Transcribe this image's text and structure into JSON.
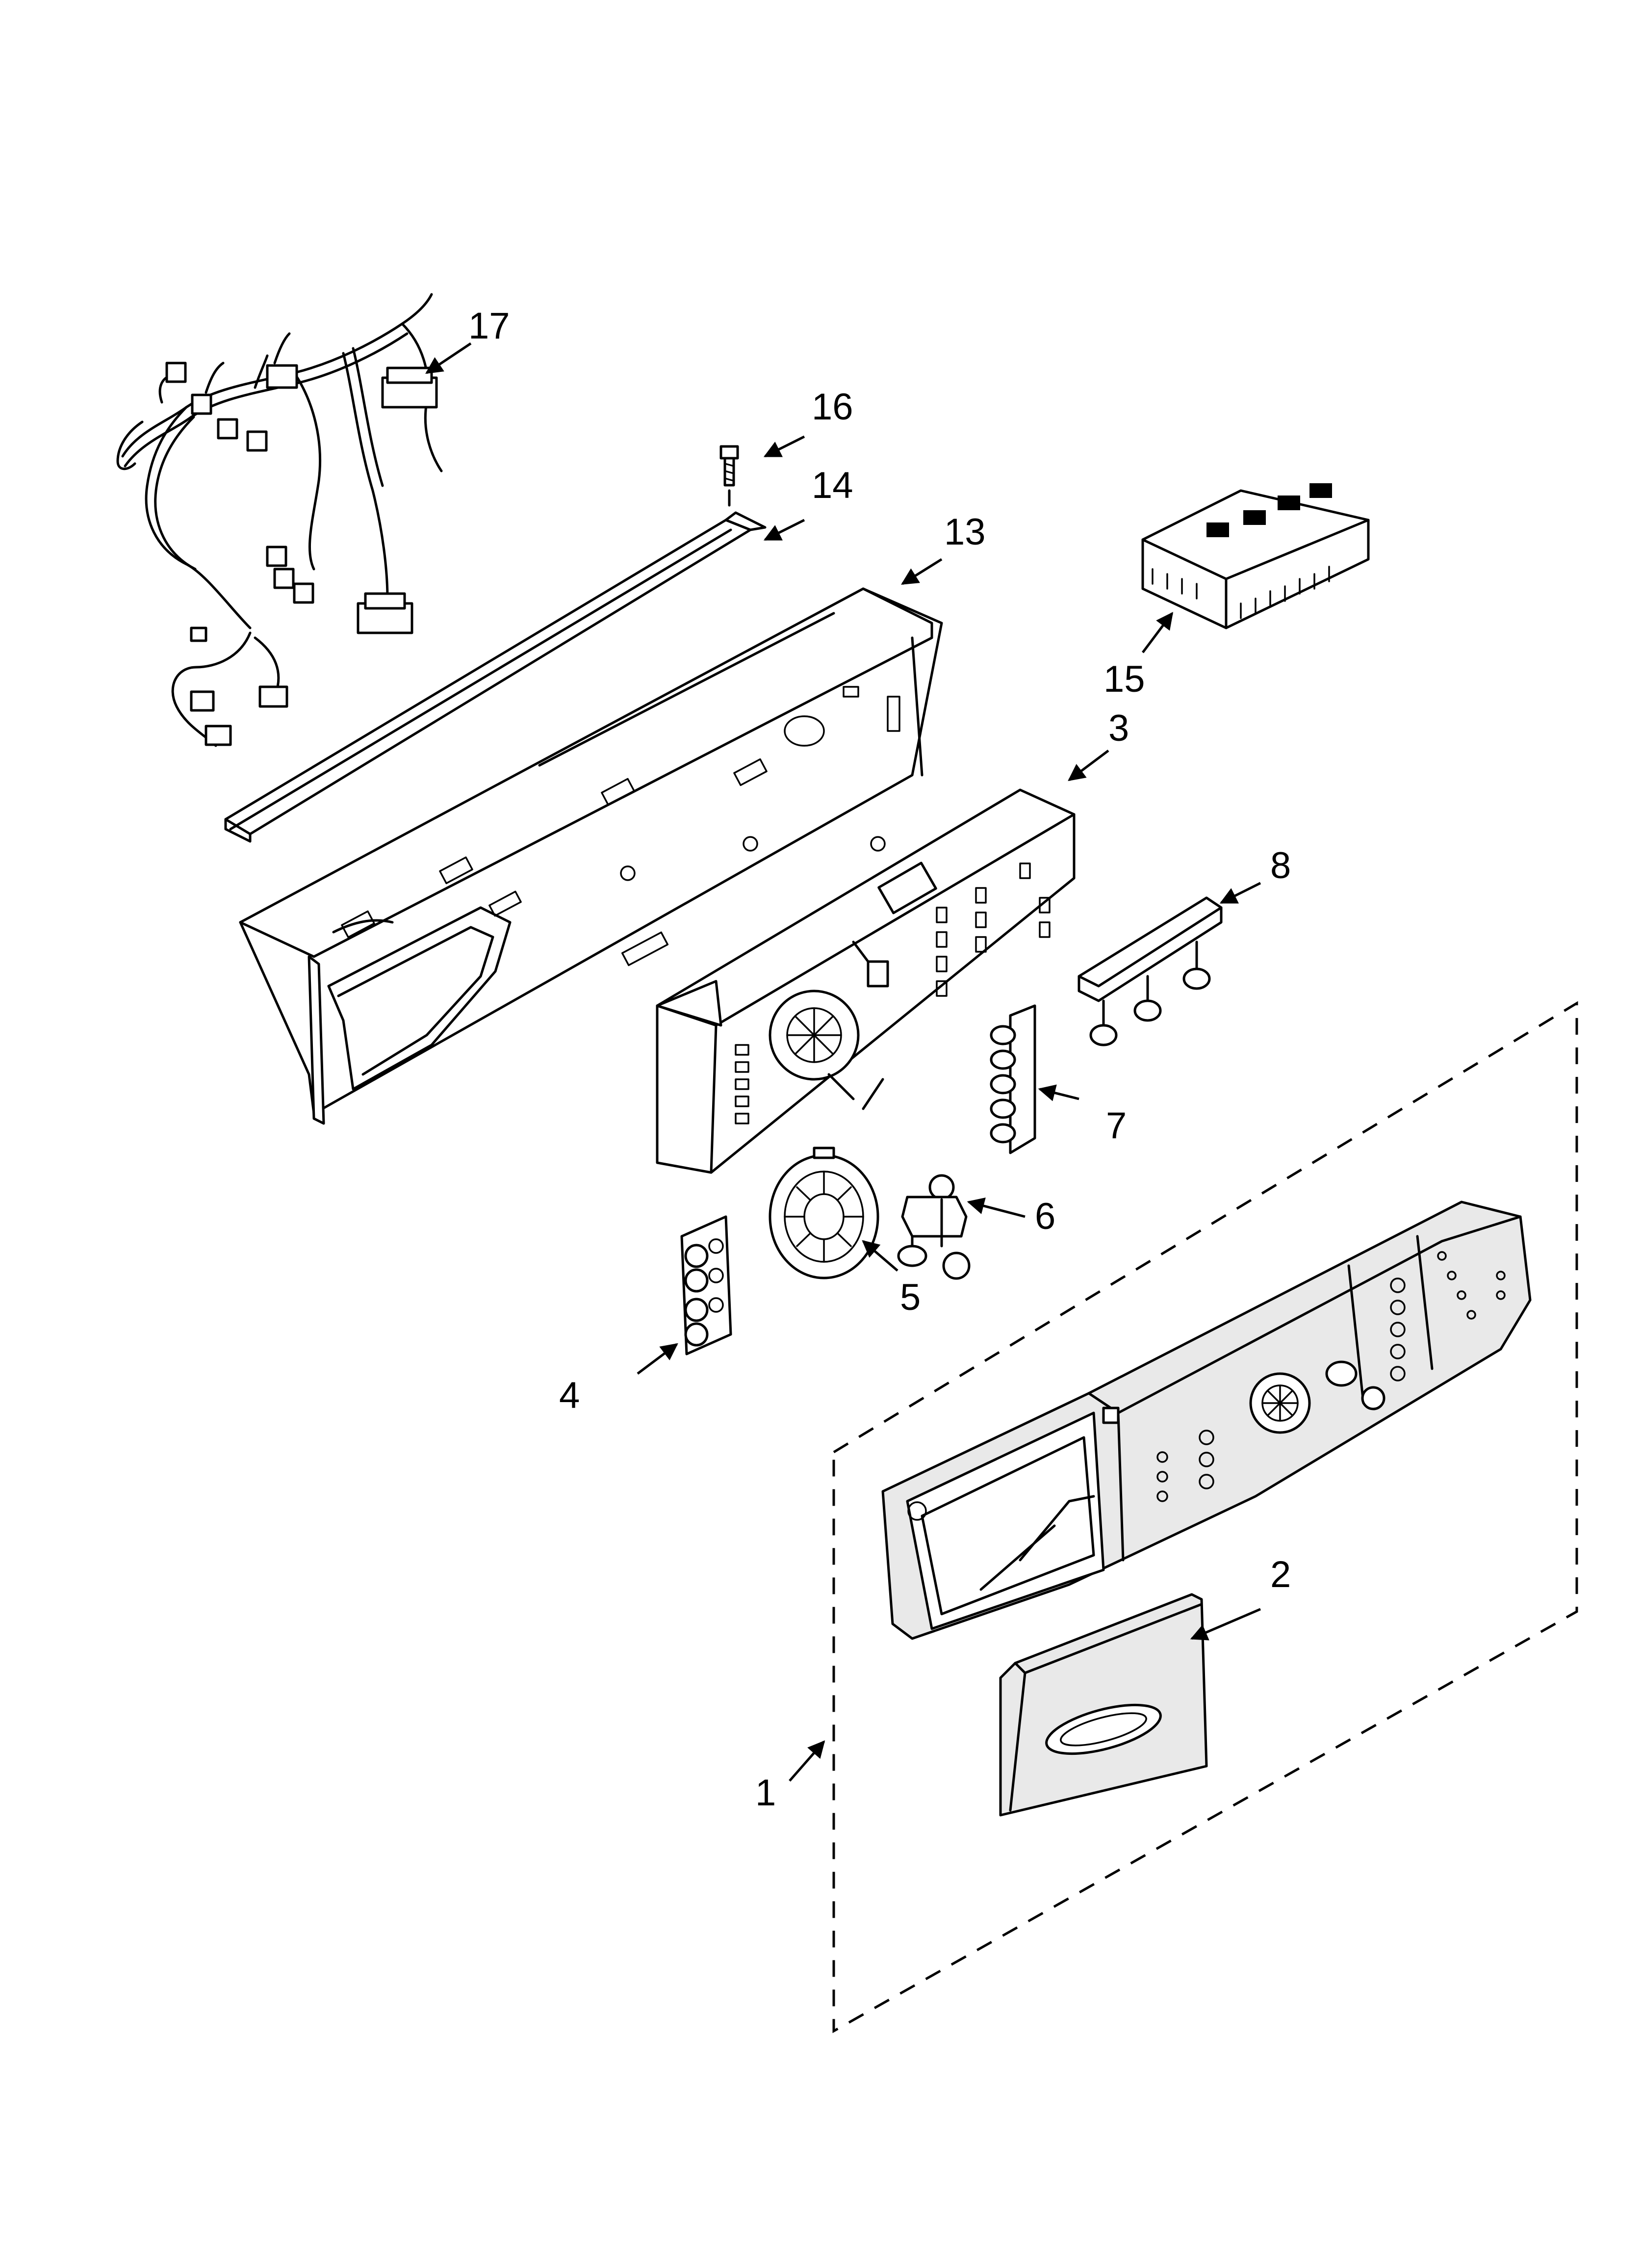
{
  "diagram": {
    "part_labels": {
      "p1": "1",
      "p2": "2",
      "p3": "3",
      "p4": "4",
      "p5": "5",
      "p6": "6",
      "p7": "7",
      "p8": "8",
      "p13": "13",
      "p14": "14",
      "p15": "15",
      "p16": "16",
      "p17": "17"
    }
  }
}
